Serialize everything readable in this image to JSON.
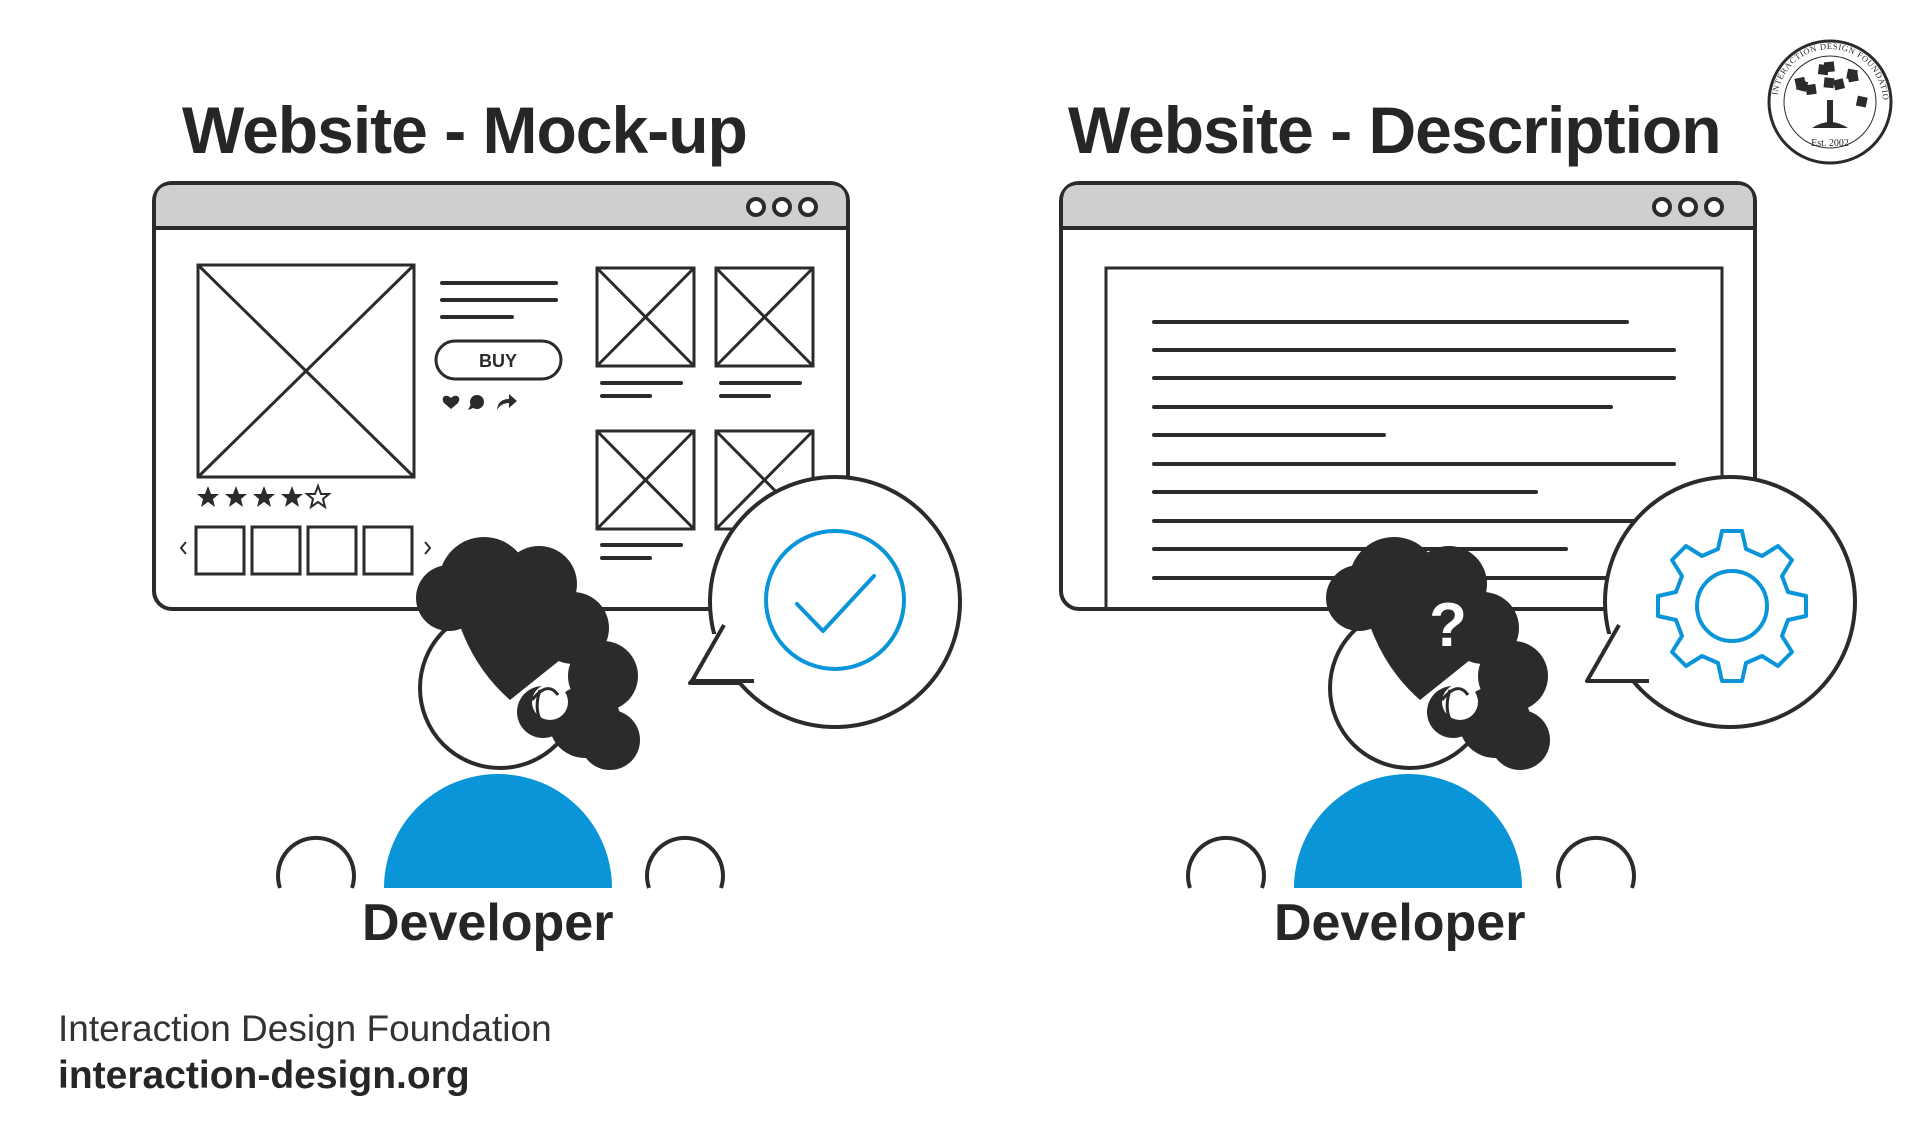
{
  "panels": [
    {
      "title": "Website - Mock-up",
      "buy_label": "BUY",
      "caption": "Developer",
      "bubble_icon": "checkmark-icon"
    },
    {
      "title": "Website - Description",
      "question_mark": "?",
      "caption": "Developer",
      "bubble_icon": "gear-icon"
    }
  ],
  "logo": {
    "ring_text": "INTERACTION DESIGN FOUNDATION",
    "established": "Est. 2002"
  },
  "footer": {
    "org_name": "Interaction Design Foundation",
    "url": "interaction-design.org"
  },
  "colors": {
    "accent_blue": "#0a95d9",
    "ink": "#2b2b2b",
    "browser_bar": "#cfcfcf"
  }
}
